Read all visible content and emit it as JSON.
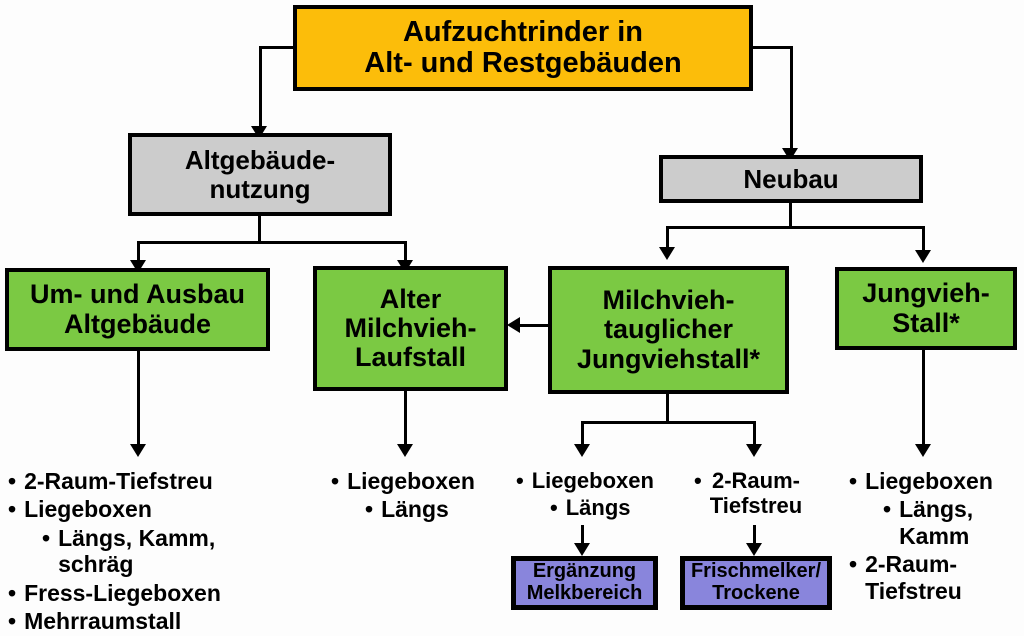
{
  "diagram": {
    "title_box": {
      "label": "Aufzuchtrinder in\nAlt- und Restgebäuden",
      "color": "#FCBD0A"
    },
    "level2": [
      {
        "id": "altgebaeudenutzung",
        "label": "Altgebäude-\nnutzung",
        "color": "#CCCCCC"
      },
      {
        "id": "neubau",
        "label": "Neubau",
        "color": "#CCCCCC"
      }
    ],
    "level3": [
      {
        "id": "um-und-ausbau",
        "label": "Um- und Ausbau\nAltgebäude",
        "color": "#7BC943"
      },
      {
        "id": "alter-milchvieh-laufstall",
        "label": "Alter\nMilchvieh-\nLaufstall",
        "color": "#7BC943"
      },
      {
        "id": "milchvieh-tauglicher-jungviehstall",
        "label": "Milchvieh-\ntauglicher\nJungviehstall*",
        "color": "#7BC943"
      },
      {
        "id": "jungvieh-stall",
        "label": "Jungvieh-\nStall*",
        "color": "#7BC943"
      }
    ],
    "level4": [
      {
        "id": "ergaenzung-melkbereich",
        "label": "Ergänzung\nMelkbereich",
        "color": "#8985DC"
      },
      {
        "id": "frischmelker-trockene",
        "label": "Frischmelker/\nTrockene",
        "color": "#8985DC"
      }
    ],
    "lists": {
      "um_und_ausbau": [
        {
          "text": "2-Raum-Tiefstreu",
          "sub": false
        },
        {
          "text": "Liegeboxen",
          "sub": false
        },
        {
          "text": "Längs, Kamm,\nschräg",
          "sub": true
        },
        {
          "text": "Fress-Liegeboxen",
          "sub": false
        },
        {
          "text": "Mehrraumstall",
          "sub": false
        }
      ],
      "alter_milchvieh_laufstall": [
        {
          "text": "Liegeboxen",
          "sub": false
        },
        {
          "text": "Längs",
          "sub": true
        }
      ],
      "milchvieh_liegeboxen": [
        {
          "text": "Liegeboxen",
          "sub": false
        },
        {
          "text": "Längs",
          "sub": true
        }
      ],
      "milchvieh_tiefstreu": [
        {
          "text": "2-Raum-\nTiefstreu",
          "sub": false
        }
      ],
      "jungvieh_stall": [
        {
          "text": "Liegeboxen",
          "sub": false
        },
        {
          "text": "Längs,\nKamm",
          "sub": true
        },
        {
          "text": "2-Raum-\nTiefstreu",
          "sub": false
        }
      ]
    }
  }
}
